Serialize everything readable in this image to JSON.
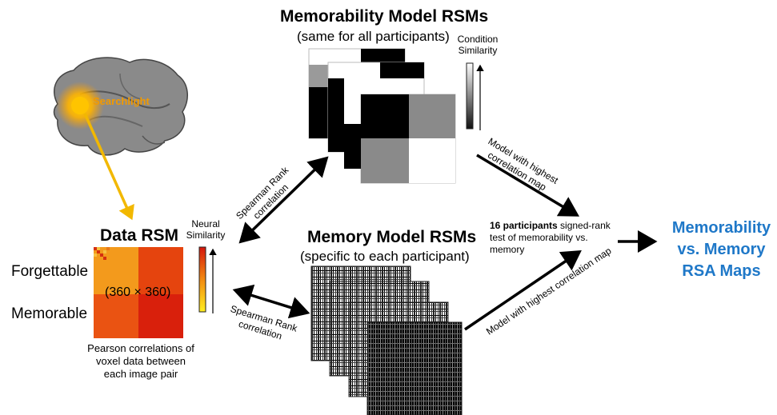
{
  "figure": {
    "memorability_model": {
      "title": "Memorability Model RSMs",
      "subtitle": "(same for all participants)",
      "colorbar_label_line1": "Condition",
      "colorbar_label_line2": "Similarity"
    },
    "memory_model": {
      "title": "Memory Model RSMs",
      "subtitle": "(specific to each participant)"
    },
    "data_rsm": {
      "title": "Data RSM",
      "matrix_label": "(360 × 360)",
      "row_label_top": "Forgettable",
      "row_label_bottom": "Memorable",
      "colorbar_label_line1": "Neural",
      "colorbar_label_line2": "Similarity",
      "caption_line1": "Pearson correlations of",
      "caption_line2": "voxel data between",
      "caption_line3": "each image pair"
    },
    "searchlight_label": "Searchlight",
    "arrow_labels": {
      "spearman_upper_line1": "Spearman Rank",
      "spearman_upper_line2": "correlation",
      "spearman_lower_line1": "Spearman Rank",
      "spearman_lower_line2": "correlation",
      "model_upper_line1": "Model with highest",
      "model_upper_line2": "correlation map",
      "model_lower": "Model with highest correlation map"
    },
    "stats_test": {
      "bold": "16 participants",
      "line1_rest": " signed-rank",
      "line2": "test of memorability vs.",
      "line3": "memory"
    },
    "output": {
      "line1": "Memorability",
      "line2": "vs. Memory",
      "line3": "RSA Maps"
    },
    "colors": {
      "output_blue": "#1f78c8",
      "searchlight_orange": "#f2b800",
      "rsm_orange": "#f39a1c",
      "rsm_red": "#e02a0e"
    }
  }
}
